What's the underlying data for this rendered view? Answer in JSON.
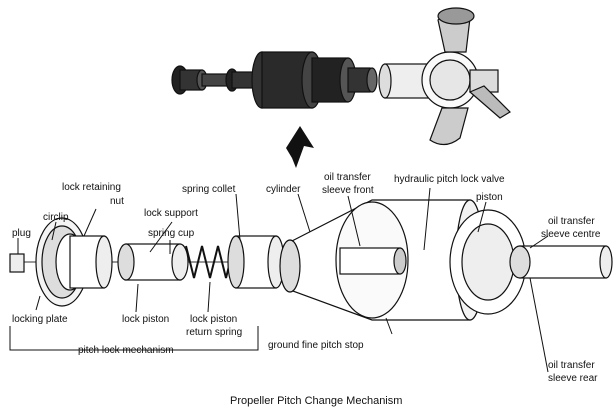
{
  "caption": "Propeller Pitch Change Mechanism",
  "labels": {
    "lock_retaining_nut_1": "lock retaining",
    "lock_retaining_nut_2": "nut",
    "circlip": "circlip",
    "plug": "plug",
    "lock_support": "lock support",
    "spring_cup": "spring cup",
    "spring_collet": "spring collet",
    "cylinder": "cylinder",
    "oil_transfer_sleeve_front_1": "oil transfer",
    "oil_transfer_sleeve_front_2": "sleeve front",
    "hydraulic_pitch_lock_valve": "hydraulic pitch lock valve",
    "piston": "piston",
    "oil_transfer_sleeve_centre_1": "oil transfer",
    "oil_transfer_sleeve_centre_2": "sleeve centre",
    "oil_transfer_sleeve_rear_1": "oil transfer",
    "oil_transfer_sleeve_rear_2": "sleeve rear",
    "locking_plate": "locking plate",
    "lock_piston": "lock piston",
    "lock_piston_return_spring_1": "lock piston",
    "lock_piston_return_spring_2": "return spring",
    "pitch_lock_mechanism": "pitch lock mechanism",
    "ground_fine_pitch_stop": "ground fine pitch stop"
  }
}
